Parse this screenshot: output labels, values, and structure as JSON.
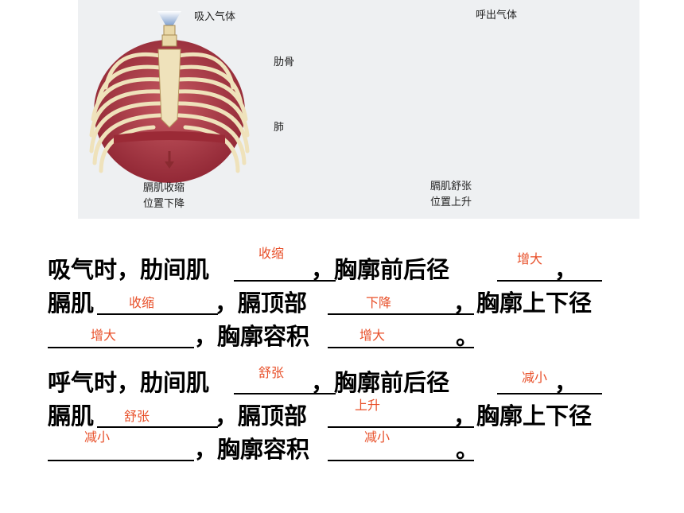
{
  "figure": {
    "inhale_label": "吸入气体",
    "exhale_label": "呼出气体",
    "rib_label": "肋骨",
    "lung_label": "肺",
    "diaphragm_contract_line1": "膈肌收缩",
    "diaphragm_contract_line2": "位置下降",
    "diaphragm_relax_line1": "膈肌舒张",
    "diaphragm_relax_line2": "位置上升"
  },
  "inhale": {
    "line1_a": "吸气时，肋间肌",
    "line1_b": "，胸廓前后径",
    "line1_c": "，",
    "line2_a": "膈肌",
    "line2_b": "，膈顶部",
    "line2_c": "，胸廓上下径",
    "line3_a": "，胸廓容积",
    "line3_b": "。",
    "answers": {
      "intercostal": "收缩",
      "front_back": "增大",
      "diaphragm": "收缩",
      "dome": "下降",
      "up_down": "增大",
      "volume": "增大"
    }
  },
  "exhale": {
    "line1_a": "呼气时，肋间肌",
    "line1_b": "，胸廓前后径",
    "line1_c": "，",
    "line2_a": "膈肌",
    "line2_b": "，膈顶部",
    "line2_c": "，胸廓上下径",
    "line3_a": "，胸廓容积",
    "line3_b": "。",
    "answers": {
      "intercostal": "舒张",
      "front_back": "减小",
      "diaphragm": "舒张",
      "dome": "上升",
      "up_down": "减小",
      "volume": "减小"
    }
  }
}
